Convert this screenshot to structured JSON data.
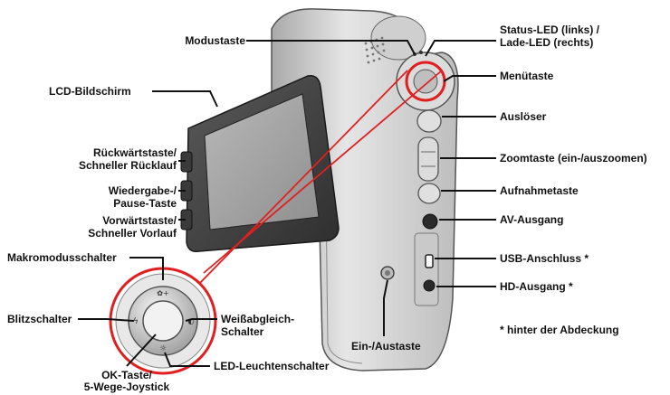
{
  "labels": {
    "modustaste": "Modustaste",
    "status_led_1": "Status-LED (links) /",
    "status_led_2": "Lade-LED (rechts)",
    "menuetaste": "Menütaste",
    "lcd": "LCD-Bildschirm",
    "ausloeser": "Auslöser",
    "rueck_1": "Rückwärtstaste/",
    "rueck_2": "Schneller Rücklauf",
    "zoom": "Zoomtaste (ein-/auszoomen)",
    "wiedergabe_1": "Wiedergabe-/",
    "wiedergabe_2": "Pause-Taste",
    "aufnahme": "Aufnahmetaste",
    "vor_1": "Vorwärtstaste/",
    "vor_2": "Schneller Vorlauf",
    "av": "AV-Ausgang",
    "makro": "Makromodusschalter",
    "usb": "USB-Anschluss *",
    "hd": "HD-Ausgang *",
    "blitz": "Blitzschalter",
    "weiss_1": "Weißabgleich-",
    "weiss_2": "Schalter",
    "hinter": "* hinter der Abdeckung",
    "ein_aus": "Ein-/Austaste",
    "ok_1": "OK-Taste/",
    "ok_2": "5-Wege-Joystick",
    "led_licht": "LED-Leuchtenschalter"
  },
  "colors": {
    "highlight": "#e02020",
    "line": "#111111",
    "body": "#d4d4d4"
  }
}
